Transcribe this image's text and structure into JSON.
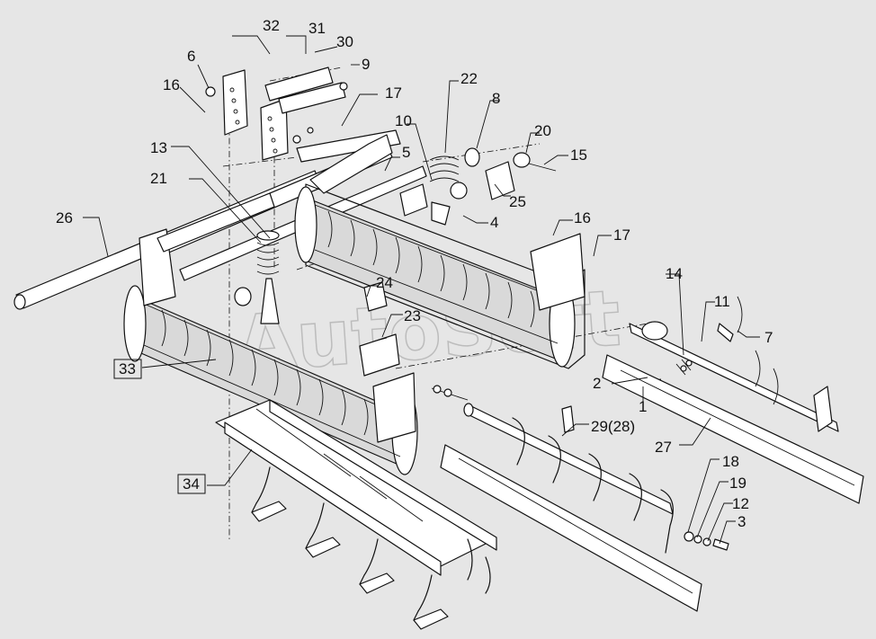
{
  "watermark": "AutoSoft",
  "labels": {
    "l1": "1",
    "l2": "2",
    "l3": "3",
    "l4": "4",
    "l5": "5",
    "l6": "6",
    "l7": "7",
    "l8": "8",
    "l9": "9",
    "l10": "10",
    "l11": "11",
    "l12": "12",
    "l13": "13",
    "l14": "14",
    "l15": "15",
    "l16a": "16",
    "l16b": "16",
    "l17a": "17",
    "l17b": "17",
    "l18": "18",
    "l19": "19",
    "l20": "20",
    "l21": "21",
    "l22": "22",
    "l23": "23",
    "l24": "24",
    "l25": "25",
    "l26": "26",
    "l27": "27",
    "l29": "29(28)",
    "l30": "30",
    "l31": "31",
    "l32": "32",
    "l33": "33",
    "l34": "34"
  }
}
